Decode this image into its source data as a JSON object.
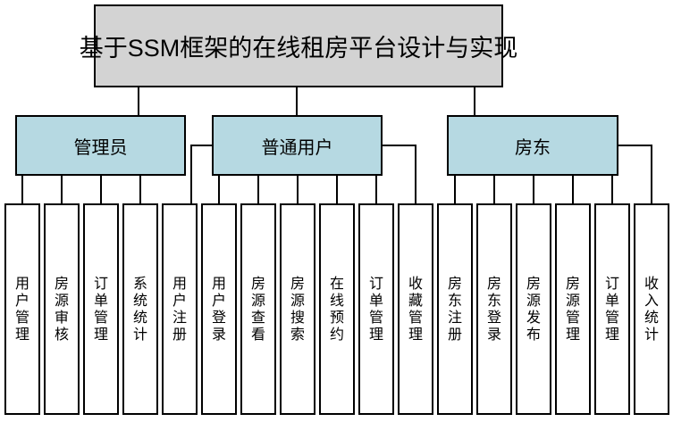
{
  "diagram": {
    "title": "基于SSM框架的在线租房平台设计与实现",
    "branches": [
      {
        "label": "管理员",
        "children": [
          "用户管理",
          "房源审核",
          "订单管理",
          "系统统计"
        ]
      },
      {
        "label": "普通用户",
        "children": [
          "用户注册",
          "用户登录",
          "房源查看",
          "房源搜索",
          "在线预约",
          "订单管理",
          "收藏管理"
        ]
      },
      {
        "label": "房东",
        "children": [
          "房东注册",
          "房东登录",
          "房源发布",
          "房源管理",
          "订单管理",
          "收入统计"
        ]
      }
    ],
    "colors": {
      "background": "#ffffff",
      "title_fill": "#d3d3d3",
      "branch_fill": "#b6d9e2",
      "leaf_fill": "#ffffff",
      "border": "#000000",
      "line": "#000000"
    }
  }
}
